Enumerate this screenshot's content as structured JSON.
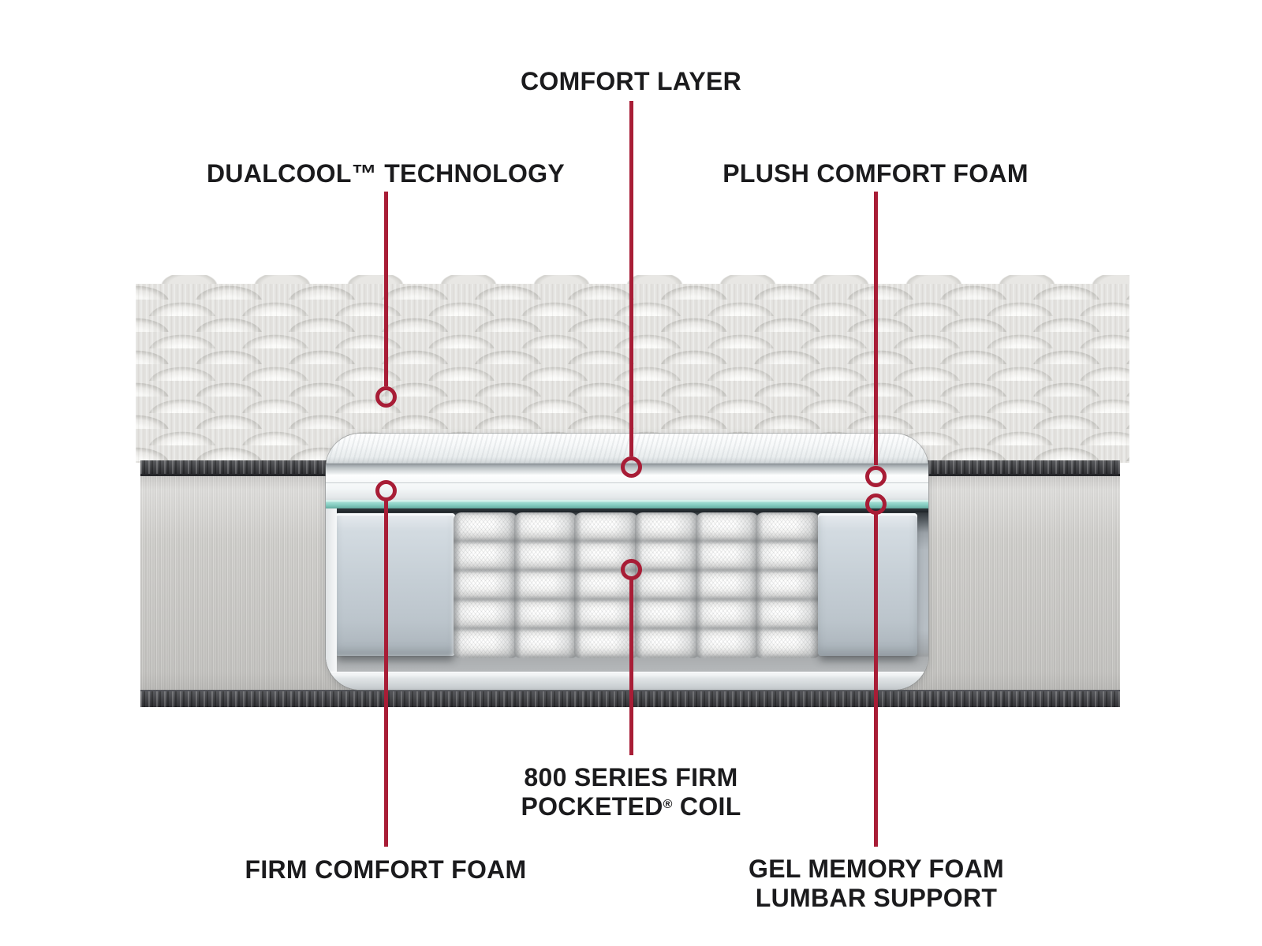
{
  "colors": {
    "callout_red": "#A81D36",
    "label_text": "#1B1B1D",
    "gel_layer_teal": "#8AD0C4",
    "fabric_stripe_gray": "#CFCECB",
    "binding_tape_charcoal": "#414246",
    "foam_encasement_gray": "#C6CFD6",
    "background": "#FFFFFF"
  },
  "callouts": {
    "comfort_layer": {
      "label": "COMFORT LAYER",
      "marker": "circle-ring"
    },
    "dualcool": {
      "label": "DUALCOOL™ TECHNOLOGY",
      "marker": "circle-ring"
    },
    "plush_foam": {
      "label": "PLUSH COMFORT FOAM",
      "marker": "circle-ring"
    },
    "pocketed_coil": {
      "line1": "800 SERIES FIRM",
      "line2_pre": "POCKETED",
      "line2_reg": "®",
      "line2_post": " COIL",
      "marker": "circle-ring"
    },
    "firm_foam": {
      "label": "FIRM COMFORT FOAM",
      "marker": "circle-ring"
    },
    "gel_lumbar": {
      "line1": "GEL MEMORY FOAM",
      "line2": "LUMBAR SUPPORT",
      "marker": "circle-ring"
    }
  }
}
